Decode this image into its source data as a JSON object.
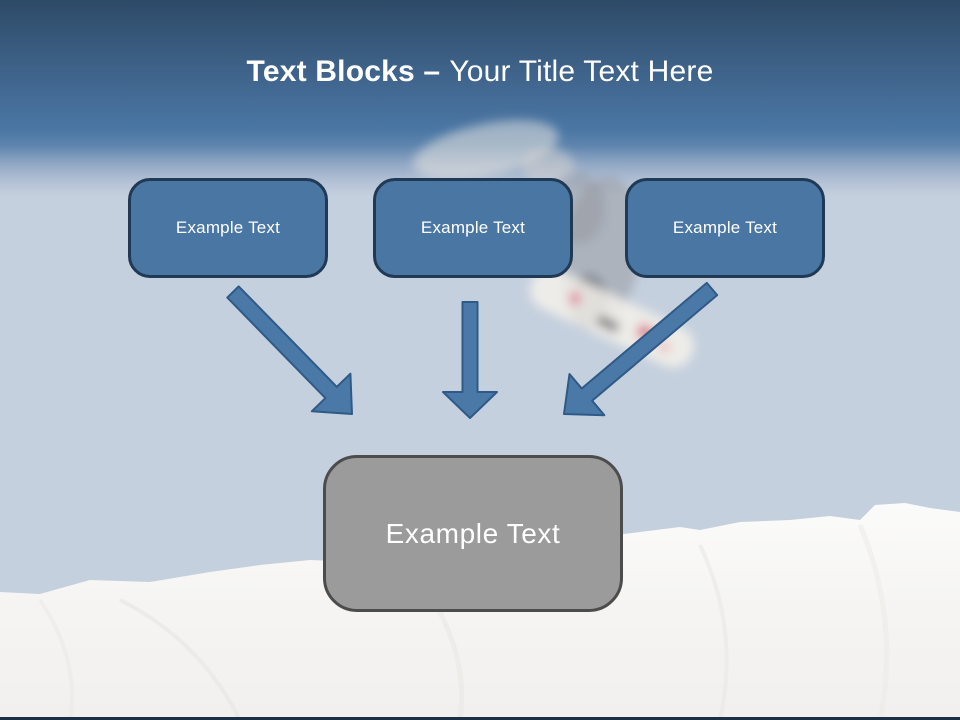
{
  "slide_title": {
    "bold_part": "Text Blocks –",
    "regular_part": "Your Title Text Here"
  },
  "blocks": [
    {
      "label": "Example Text"
    },
    {
      "label": "Example Text"
    },
    {
      "label": "Example Text"
    }
  ],
  "result_block": {
    "label": "Example Text"
  },
  "colors": {
    "header_top": "#2d4a67",
    "header_mid": "#4a76a4",
    "sky_background": "#c5d0de",
    "block_fill": "#4a76a3",
    "block_border": "#203a55",
    "arrow_fill": "#4b79a7",
    "arrow_border": "#2f5a87",
    "result_fill": "#9b9b9b",
    "result_border": "#4c4c4c",
    "snow": "#f7f6f4",
    "title_text": "#ffffff"
  }
}
